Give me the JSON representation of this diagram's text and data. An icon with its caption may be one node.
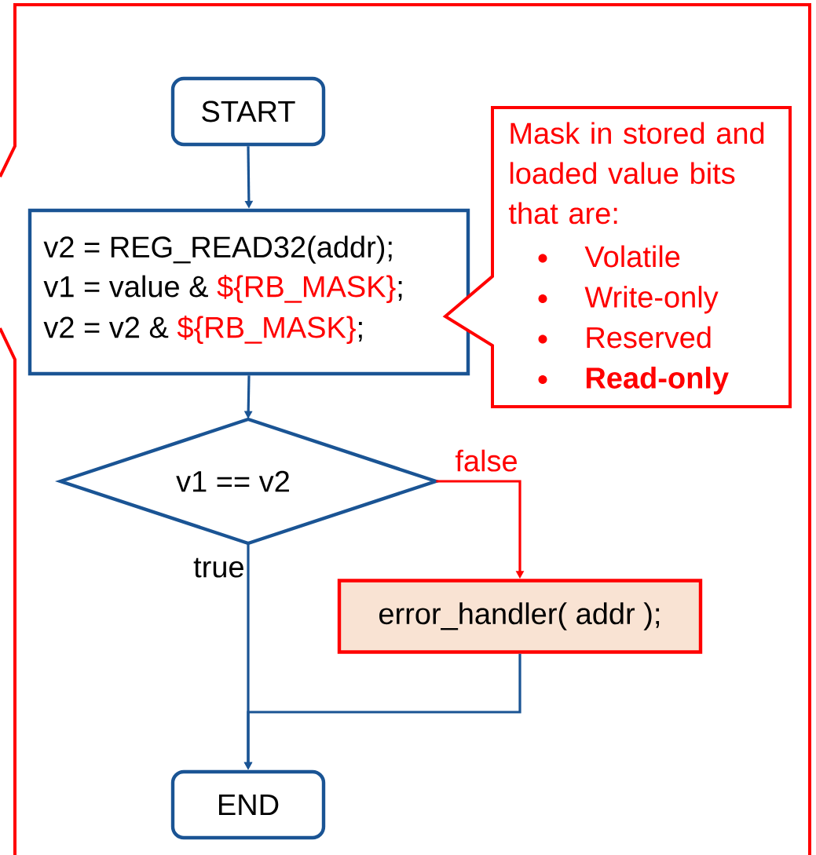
{
  "diagram": {
    "nodes": [
      {
        "text": [
          "START"
        ]
      },
      {
        "text": [
          "v2 = REG_READ32(addr);",
          "v1 = value &",
          "${RB_MASK}",
          ";",
          "v2 = v2 &",
          "${RB_MASK}",
          ";"
        ]
      },
      {
        "text": [
          "Mask in stored and loaded value bits that are:",
          "Volatile",
          "Write-only",
          "Reserved",
          "Read-only"
        ]
      },
      {
        "text": [
          "v1 == v2"
        ]
      },
      {
        "text": [
          "error_handler( addr );"
        ]
      },
      {
        "text": [
          "END"
        ]
      }
    ],
    "edges": [
      {
        "from": 0,
        "to": 1,
        "arrow": "to"
      },
      {
        "from": 1,
        "to": 3,
        "arrow": "to"
      },
      {
        "from": 3,
        "to": 4,
        "arrow": "to",
        "label": "false",
        "color": "#ff0000"
      },
      {
        "from": 3,
        "to": 5,
        "arrow": "to",
        "label": "true"
      },
      {
        "from": 4,
        "to": 5,
        "arrow": "to"
      }
    ]
  }
}
